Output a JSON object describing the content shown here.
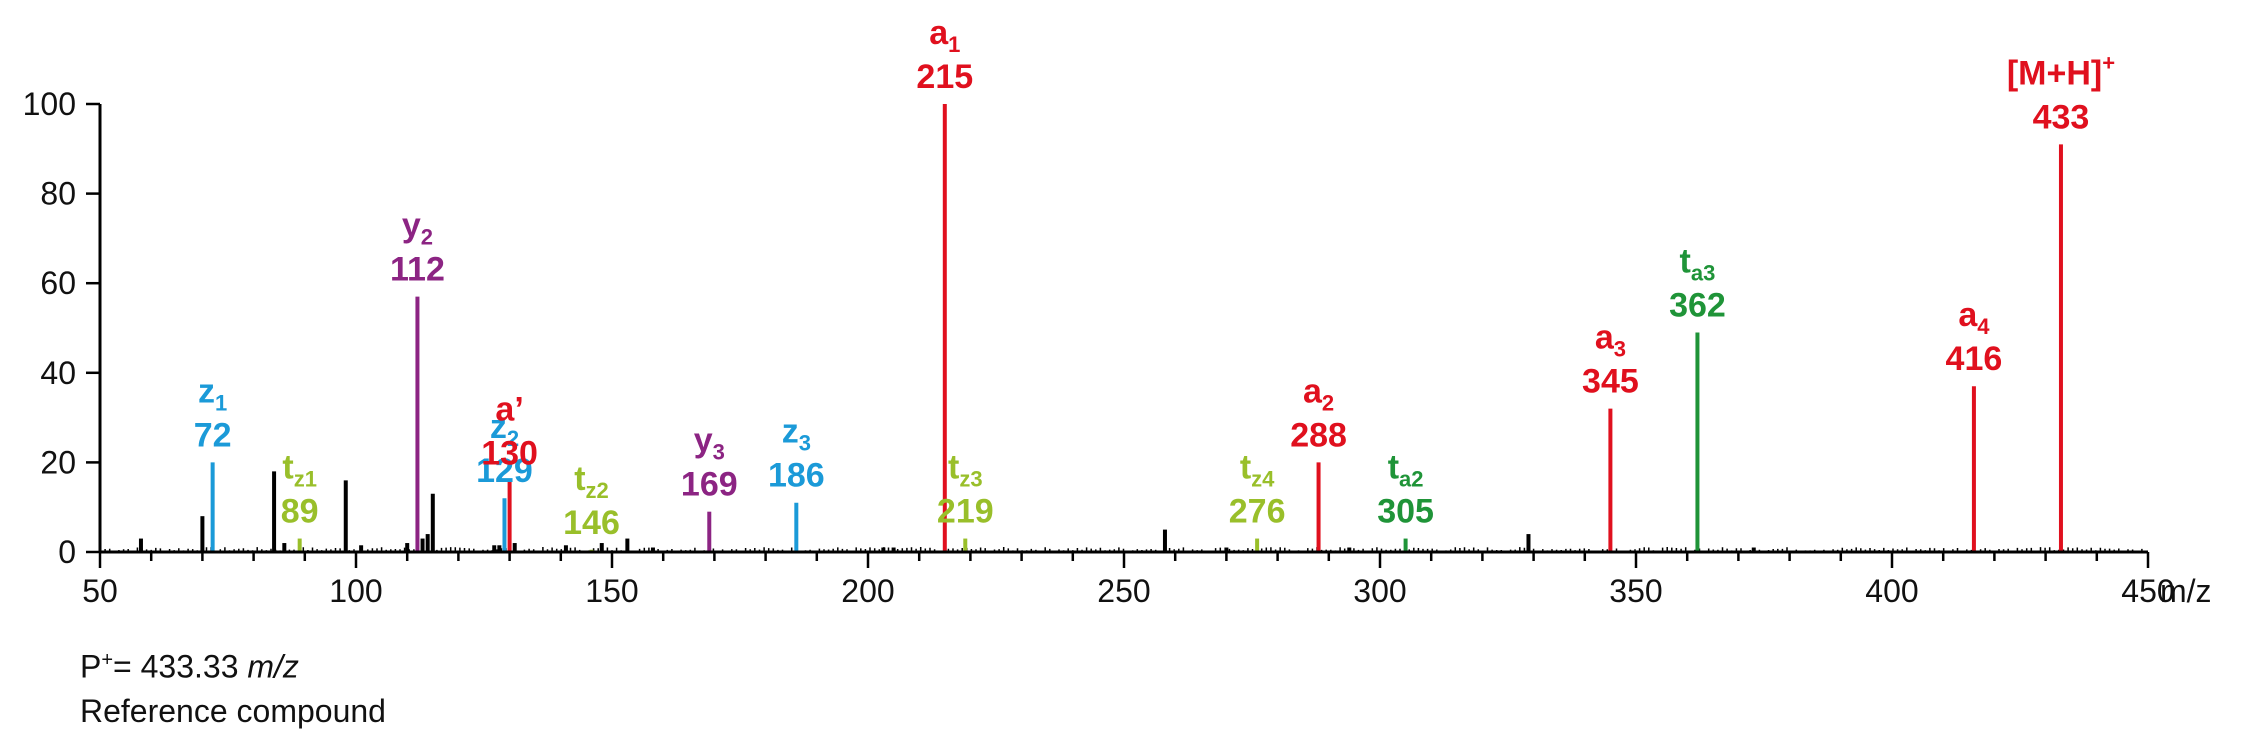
{
  "chart_data": {
    "type": "bar",
    "xlabel": "m/z",
    "xlim": [
      50,
      450
    ],
    "ylim": [
      0,
      100
    ],
    "x_ticks": [
      50,
      100,
      150,
      200,
      250,
      300,
      350,
      400,
      450
    ],
    "y_ticks": [
      0,
      20,
      40,
      60,
      80,
      100
    ],
    "colors": {
      "a": "#e0101e",
      "z": "#1b9ad8",
      "y": "#8c2483",
      "t_z": "#99bf2a",
      "t_a": "#1f9438",
      "unlabeled": "#000000"
    },
    "labeled_peaks": [
      {
        "mz": 72,
        "intensity": 20,
        "ion": "z",
        "sub": "1",
        "sup": "",
        "label": "72",
        "color": "#1b9ad8"
      },
      {
        "mz": 89,
        "intensity": 3,
        "ion": "t",
        "sub": "z1",
        "sup": "",
        "label": "89",
        "color": "#99bf2a"
      },
      {
        "mz": 112,
        "intensity": 57,
        "ion": "y",
        "sub": "2",
        "sup": "",
        "label": "112",
        "color": "#8c2483"
      },
      {
        "mz": 129,
        "intensity": 12,
        "ion": "z",
        "sub": "2",
        "sup": "",
        "label": "129",
        "color": "#1b9ad8"
      },
      {
        "mz": 130,
        "intensity": 16,
        "ion": "a’",
        "sub": "",
        "sup": "",
        "label": "130",
        "color": "#e0101e"
      },
      {
        "mz": 146,
        "intensity": 0.5,
        "ion": "t",
        "sub": "z2",
        "sup": "",
        "label": "146",
        "color": "#99bf2a"
      },
      {
        "mz": 169,
        "intensity": 9,
        "ion": "y",
        "sub": "3",
        "sup": "",
        "label": "169",
        "color": "#8c2483"
      },
      {
        "mz": 186,
        "intensity": 11,
        "ion": "z",
        "sub": "3",
        "sup": "",
        "label": "186",
        "color": "#1b9ad8"
      },
      {
        "mz": 215,
        "intensity": 100,
        "ion": "a",
        "sub": "1",
        "sup": "",
        "label": "215",
        "color": "#e0101e"
      },
      {
        "mz": 219,
        "intensity": 3,
        "ion": "t",
        "sub": "z3",
        "sup": "",
        "label": "219",
        "color": "#99bf2a"
      },
      {
        "mz": 276,
        "intensity": 3,
        "ion": "t",
        "sub": "z4",
        "sup": "",
        "label": "276",
        "color": "#99bf2a"
      },
      {
        "mz": 288,
        "intensity": 20,
        "ion": "a",
        "sub": "2",
        "sup": "",
        "label": "288",
        "color": "#e0101e"
      },
      {
        "mz": 305,
        "intensity": 3,
        "ion": "t",
        "sub": "a2",
        "sup": "",
        "label": "305",
        "color": "#1f9438"
      },
      {
        "mz": 345,
        "intensity": 32,
        "ion": "a",
        "sub": "3",
        "sup": "",
        "label": "345",
        "color": "#e0101e"
      },
      {
        "mz": 362,
        "intensity": 49,
        "ion": "t",
        "sub": "a3",
        "sup": "",
        "label": "362",
        "color": "#1f9438"
      },
      {
        "mz": 416,
        "intensity": 37,
        "ion": "a",
        "sub": "4",
        "sup": "",
        "label": "416",
        "color": "#e0101e"
      },
      {
        "mz": 433,
        "intensity": 91,
        "ion": "[M+H]",
        "sub": "",
        "sup": "+",
        "label": "433",
        "color": "#e0101e"
      }
    ],
    "unlabeled_peaks": [
      {
        "mz": 58,
        "intensity": 3
      },
      {
        "mz": 70,
        "intensity": 8
      },
      {
        "mz": 84,
        "intensity": 18
      },
      {
        "mz": 86,
        "intensity": 2
      },
      {
        "mz": 98,
        "intensity": 16
      },
      {
        "mz": 101,
        "intensity": 1.5
      },
      {
        "mz": 110,
        "intensity": 2
      },
      {
        "mz": 113,
        "intensity": 3
      },
      {
        "mz": 114,
        "intensity": 4
      },
      {
        "mz": 115,
        "intensity": 13
      },
      {
        "mz": 127,
        "intensity": 1.5
      },
      {
        "mz": 128,
        "intensity": 1.5
      },
      {
        "mz": 131,
        "intensity": 2
      },
      {
        "mz": 141,
        "intensity": 1.5
      },
      {
        "mz": 148,
        "intensity": 2
      },
      {
        "mz": 153,
        "intensity": 3
      },
      {
        "mz": 158,
        "intensity": 1
      },
      {
        "mz": 203,
        "intensity": 1
      },
      {
        "mz": 205,
        "intensity": 1
      },
      {
        "mz": 258,
        "intensity": 5
      },
      {
        "mz": 270,
        "intensity": 1
      },
      {
        "mz": 294,
        "intensity": 1
      },
      {
        "mz": 329,
        "intensity": 4
      },
      {
        "mz": 373,
        "intensity": 1
      }
    ]
  },
  "footnotes": {
    "line1_prefix": "P",
    "line1_sup": "+",
    "line1_value": "= 433.33 ",
    "line1_unit": "m/z",
    "line2": "Reference compound"
  }
}
